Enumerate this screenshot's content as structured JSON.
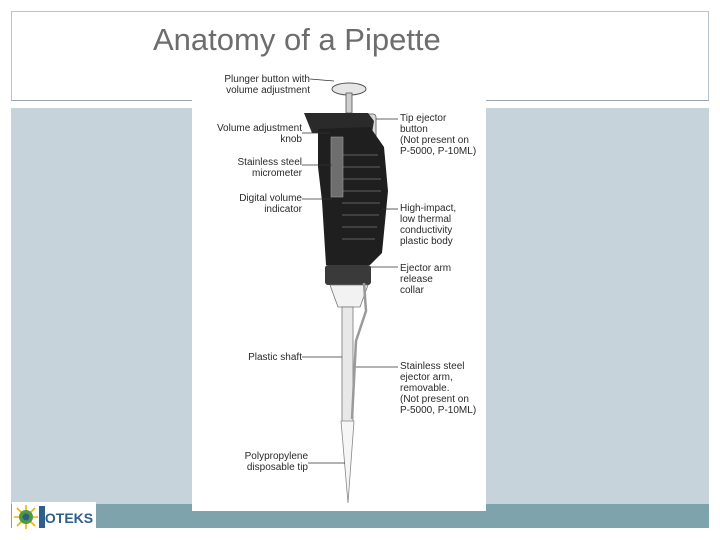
{
  "slide": {
    "title": "Anatomy of a Pipette"
  },
  "figure": {
    "left_labels": [
      "Plunger button with\nvolume adjustment",
      "Volume adjustment\nknob",
      "Stainless steel\nmicrometer",
      "Digital volume\nindicator",
      "Plastic shaft",
      "Polypropylene\ndisposable tip"
    ],
    "right_labels": [
      "Tip ejector\nbutton\n(Not present on\nP-5000, P-10ML)",
      "High-impact,\nlow thermal\nconductivity\nplastic body",
      "Ejector arm\nrelease\ncollar",
      "Stainless steel\nejector arm,\nremovable.\n(Not present on\nP-5000, P-10ML)"
    ]
  },
  "logo": {
    "text": "IOTEKS"
  },
  "colors": {
    "content_bg": "#c7d3db",
    "footer_bar": "#7fa3ad",
    "title_text": "#6d6d6d",
    "logo_blue": "#2f5e8a"
  }
}
